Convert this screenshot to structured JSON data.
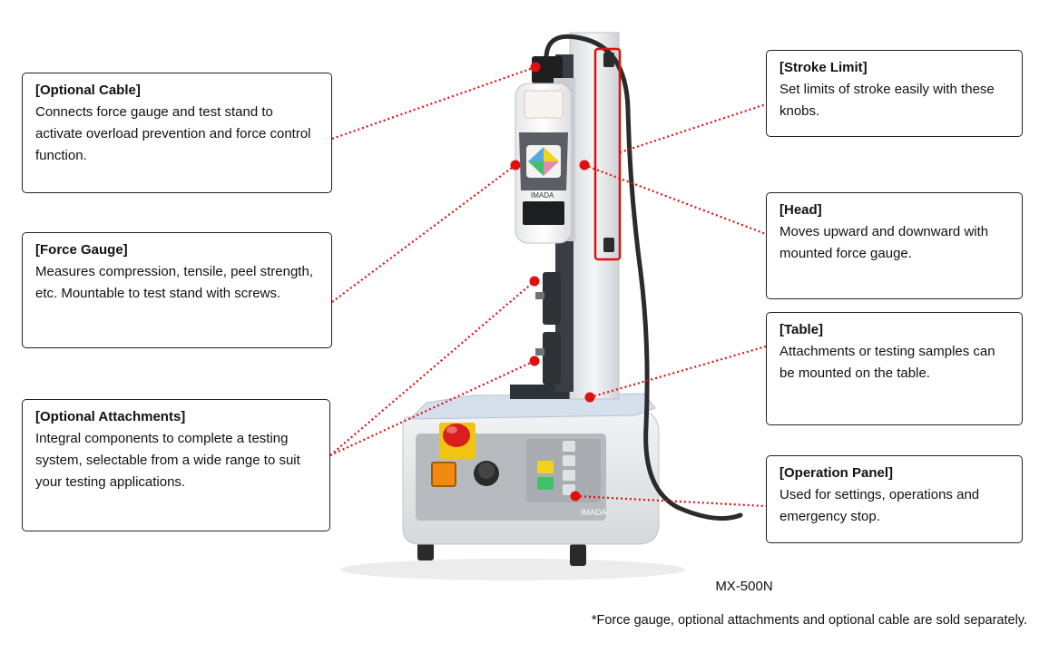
{
  "callouts": {
    "cable": {
      "title": "[Optional Cable]",
      "body": "Connects force gauge and test stand to activate overload prevention and force control function."
    },
    "gauge": {
      "title": "[Force Gauge]",
      "body": "Measures compression, tensile, peel strength, etc. Mountable to test stand with screws."
    },
    "attachments": {
      "title": "[Optional Attachments]",
      "body": "Integral components to complete a testing system, selectable from a wide range to suit your testing applications."
    },
    "stroke": {
      "title": "[Stroke Limit]",
      "body": "Set limits of stroke easily with these knobs."
    },
    "head": {
      "title": "[Head]",
      "body": "Moves upward and downward with mounted force gauge."
    },
    "table": {
      "title": "[Table]",
      "body": "Attachments or testing samples can be mounted on the table."
    },
    "panel": {
      "title": "[Operation Panel]",
      "body": "Used for settings, operations and emergency stop."
    }
  },
  "gauge_brand": "IMADA",
  "panel_brand": "IMADA",
  "model": "MX-500N",
  "footnote": "*Force gauge, optional attachments and optional cable are sold separately.",
  "colors": {
    "leader": "#e01010",
    "stand": "#e9eaec",
    "estop": "#d81e1e",
    "power": "#f08a10",
    "green_key": "#3ec26a",
    "yellow_key": "#f2d21c"
  }
}
